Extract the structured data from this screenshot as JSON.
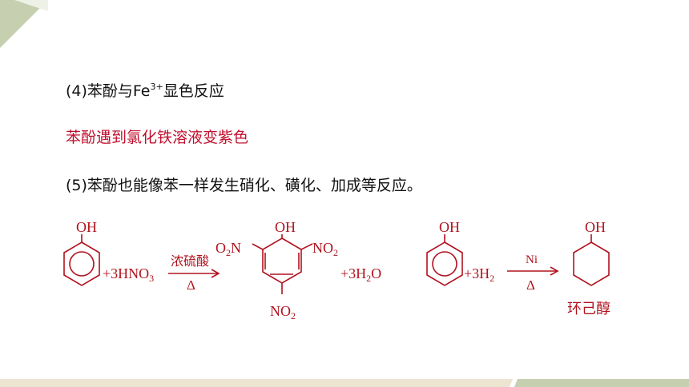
{
  "lines": {
    "l1_prefix": "(4)苯酚与Fe",
    "l1_sup": "3+",
    "l1_suffix": "显色反应",
    "l2": "苯酚遇到氯化铁溶液变紫色",
    "l3": "(5)苯酚也能像苯一样发生硝化、磺化、加成等反应。"
  },
  "reaction1": {
    "phenol_oh": "OH",
    "reagent": "+3HNO",
    "reagent_sub": "3",
    "condition_top": "浓硫酸",
    "condition_bottom": "Δ",
    "prod_oh": "OH",
    "prod_o2n_o": "O",
    "prod_o2n_sub": "2",
    "prod_o2n_n": "N",
    "prod_no2_right": "NO",
    "prod_no2_right_sub": "2",
    "prod_no2_bottom": "NO",
    "prod_no2_bottom_sub": "2",
    "water": "+3H",
    "water_sub": "2",
    "water_o": "O"
  },
  "reaction2": {
    "phenol_oh": "OH",
    "reagent": "+3H",
    "reagent_sub": "2",
    "condition_top": "Ni",
    "condition_bottom": "Δ",
    "prod_oh": "OH",
    "prod_name": "环己醇"
  },
  "colors": {
    "chem": "#b0131e",
    "accent": "#c0102e",
    "decor_green": "#c8d0b2",
    "decor_beige": "#ebe3cf"
  }
}
